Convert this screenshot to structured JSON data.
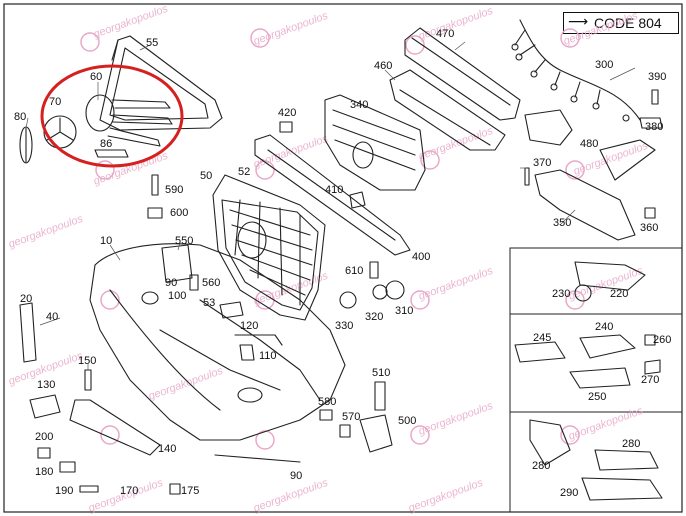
{
  "code_label": "CODE 804",
  "code_arrow_icon": "right-arrow-icon",
  "watermark_text": "georgakopoulos",
  "highlight_color": "#d62020",
  "part_numbers": {
    "p10": "10",
    "p20": "20",
    "p40": "40",
    "p50": "50",
    "p52": "52",
    "p53": "53",
    "p55": "55",
    "p60": "60",
    "p70": "70",
    "p80": "80",
    "p90": "90",
    "p100": "100",
    "p110": "110",
    "p120": "120",
    "p130": "130",
    "p140": "140",
    "p150": "150",
    "p170": "170",
    "p175": "175",
    "p180": "180",
    "p190": "190",
    "p200": "200",
    "p220": "220",
    "p230": "230",
    "p240": "240",
    "p245": "245",
    "p250": "250",
    "p260": "260",
    "p270": "270",
    "p280a": "280",
    "p280b": "280",
    "p290": "290",
    "p300": "300",
    "p310": "310",
    "p320": "320",
    "p330": "330",
    "p340": "340",
    "p350": "350",
    "p360": "360",
    "p370": "370",
    "p380": "380",
    "p390": "390",
    "p400": "400",
    "p410": "410",
    "p420": "420",
    "p460": "460",
    "p470": "470",
    "p480": "480",
    "p500": "500",
    "p510": "510",
    "p550": "550",
    "p560": "560",
    "p570": "570",
    "p580": "580",
    "p590": "590",
    "p600": "600",
    "p610": "610",
    "p86": "86"
  }
}
